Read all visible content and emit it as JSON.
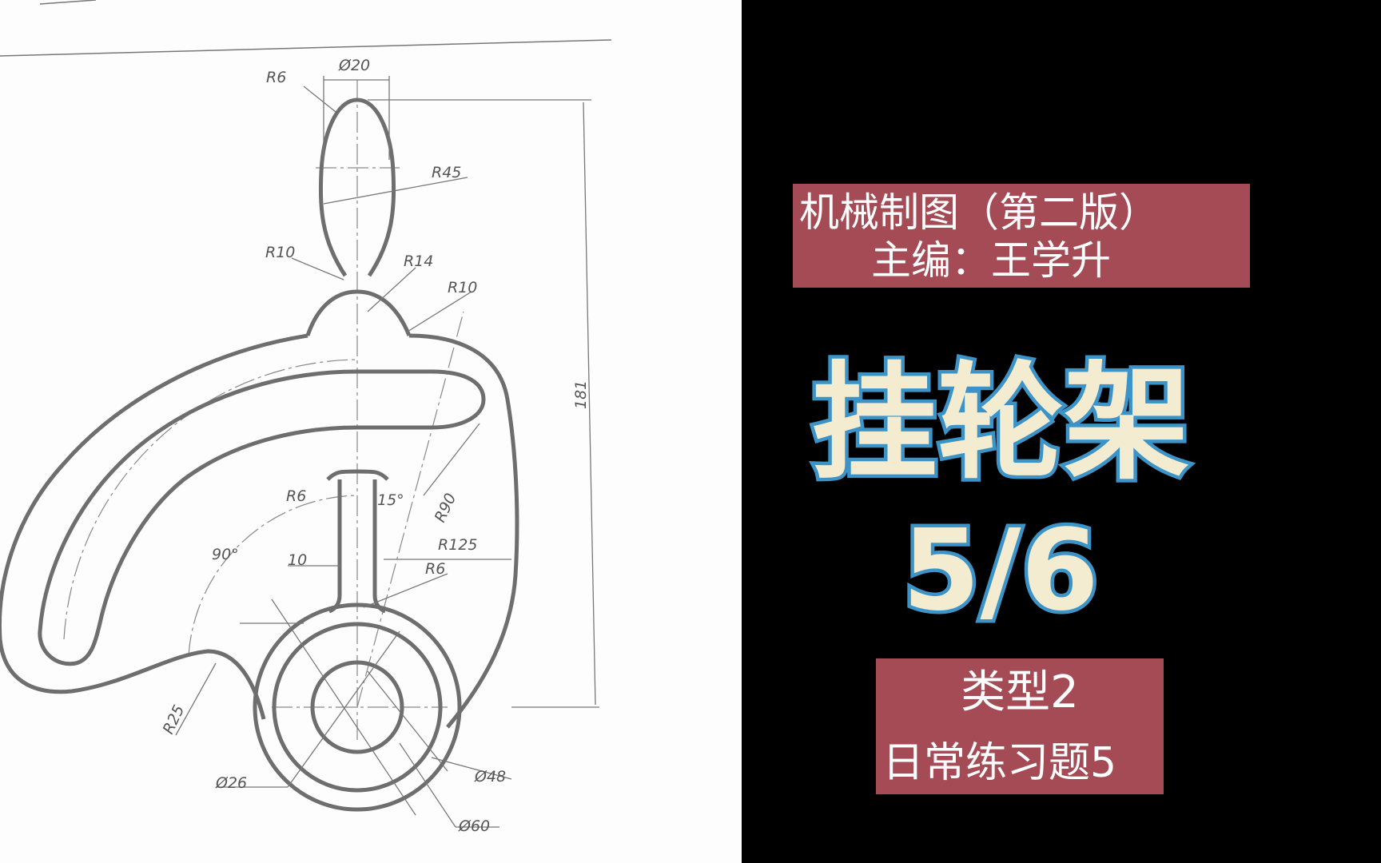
{
  "drawing": {
    "dimensions": {
      "phi20": "Ø20",
      "r6_top": "R6",
      "r45": "R45",
      "r10_left": "R10",
      "r14": "R14",
      "r10_right": "R10",
      "h181": "181",
      "r6_mid": "R6",
      "a15": "15°",
      "r90": "R90",
      "a90": "90°",
      "w10": "10",
      "r125": "R125",
      "r6_low": "R6",
      "r25": "R25",
      "phi26": "Ø26",
      "phi48": "Ø48",
      "phi60": "Ø60"
    }
  },
  "banner": {
    "book_title": "机械制图（第二版）",
    "editor": "主编：王学升"
  },
  "main": {
    "title": "挂轮架",
    "part": "5/6"
  },
  "footer": {
    "type": "类型2",
    "exercise": "日常练习题5"
  },
  "colors": {
    "banner": "#a54b55",
    "title_fill": "#f3ecd1",
    "title_outline": "#3b93c8",
    "drawing_line": "#707070"
  }
}
